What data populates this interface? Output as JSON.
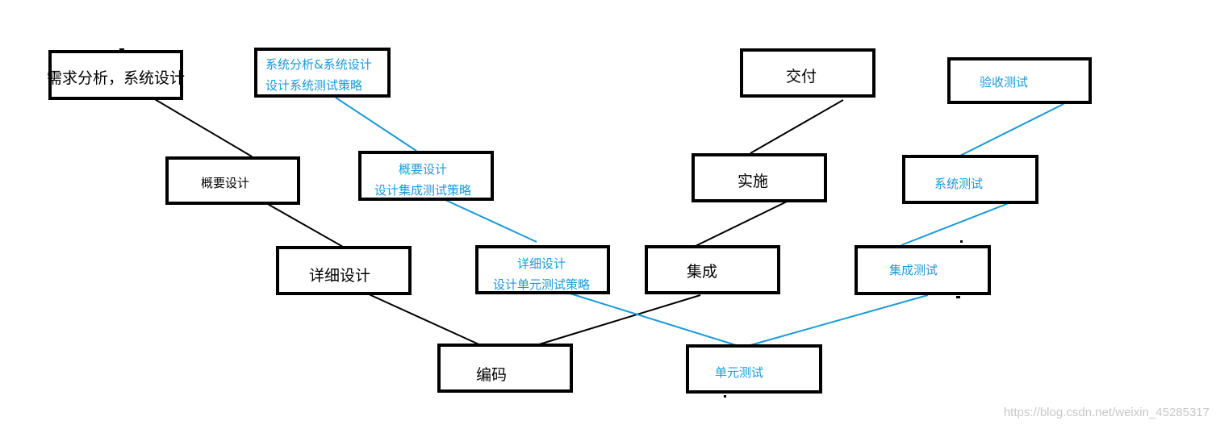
{
  "diagram": {
    "left_boxes": {
      "requirements": "需求分析，系统设计",
      "overview_design": "概要设计",
      "detailed_design": "详细设计",
      "coding": "编码"
    },
    "test_plan_boxes": {
      "system_design_line1": "系统分析&系统设计",
      "system_design_line2": "设计系统测试策略",
      "overview_line1": "概要设计",
      "overview_line2": "设计集成测试策略",
      "detailed_line1": "详细设计",
      "detailed_line2": "设计单元测试策略"
    },
    "right_boxes": {
      "integration": "集成",
      "implementation": "实施",
      "delivery": "交付"
    },
    "test_boxes": {
      "unit_test": "单元测试",
      "integration_test": "集成测试",
      "system_test": "系统测试",
      "acceptance_test": "验收测试"
    },
    "colors": {
      "dev_line": "#000000",
      "test_line": "#1a9ad6",
      "border": "#000000"
    }
  },
  "watermark": "https://blog.csdn.net/weixin_45285317"
}
